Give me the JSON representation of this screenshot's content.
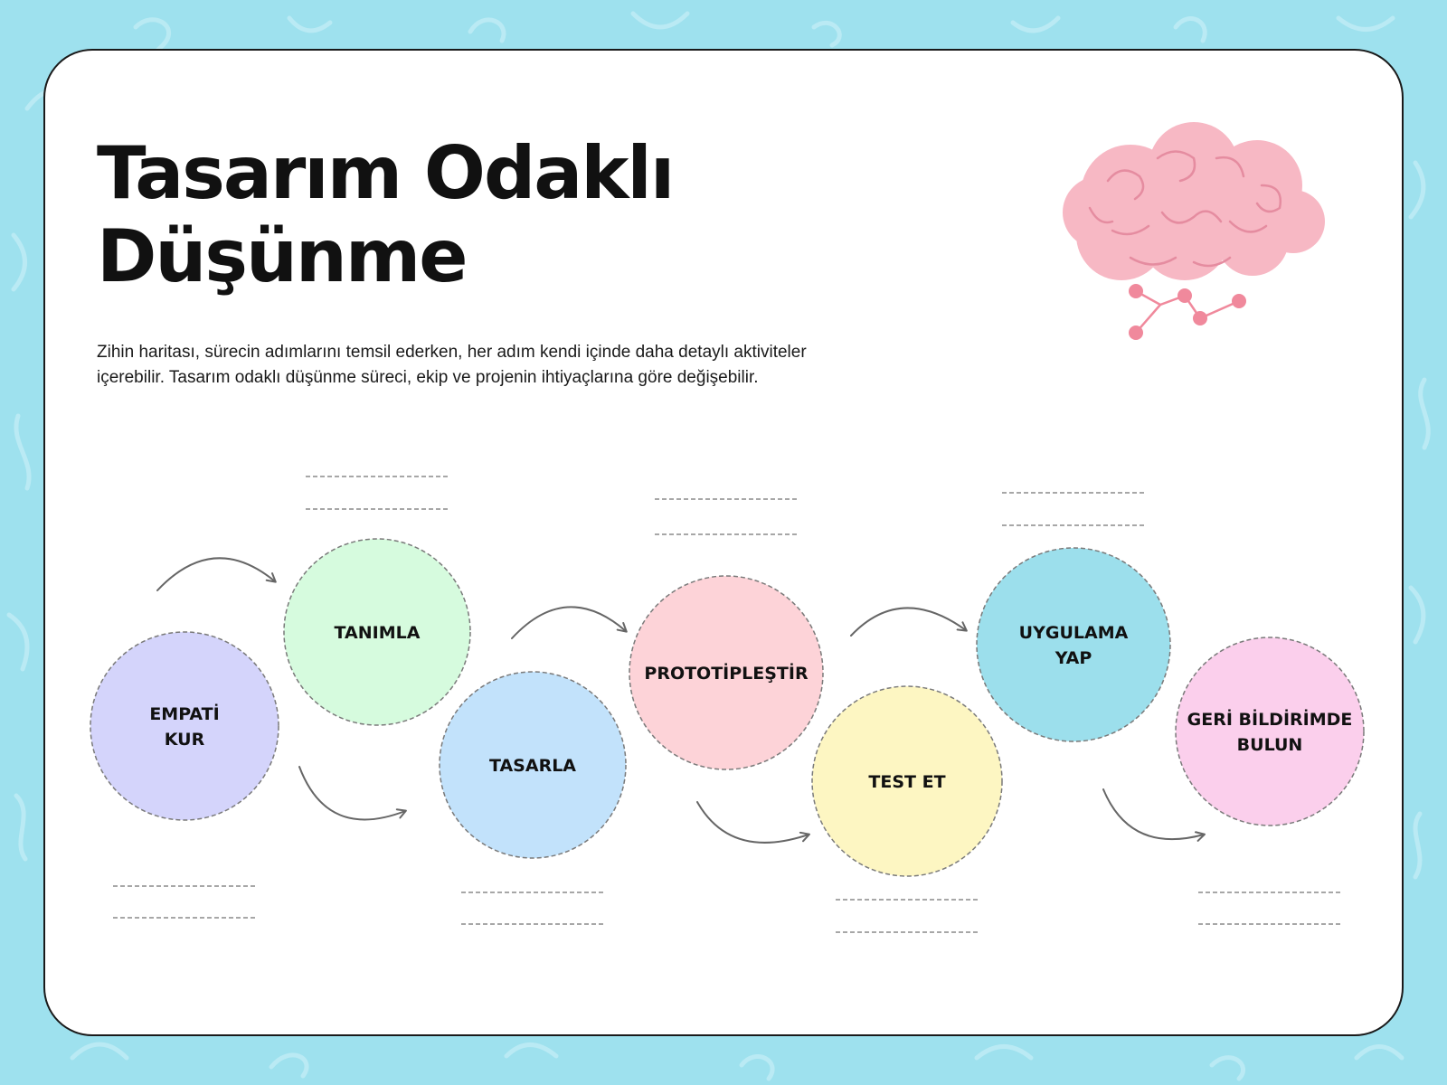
{
  "title": {
    "line1": "Tasarım Odaklı",
    "line2": "Düşünme"
  },
  "description": {
    "line1": "Zihin haritası, sürecin adımlarını temsil ederken, her adım kendi içinde daha detaylı aktiviteler",
    "line2": "içerebilir. Tasarım odaklı düşünme süreci, ekip ve projenin ihtiyaçlarına göre değişebilir."
  },
  "steps": [
    {
      "label_lines": [
        "EMPATİ",
        "KUR"
      ],
      "color": "#d4d4fb"
    },
    {
      "label_lines": [
        "TANIMLA"
      ],
      "color": "#d6fbde"
    },
    {
      "label_lines": [
        "TASARLA"
      ],
      "color": "#c2e2fb"
    },
    {
      "label_lines": [
        "PROTOTİPLEŞTİR"
      ],
      "color": "#fdd3d8"
    },
    {
      "label_lines": [
        "TEST ET"
      ],
      "color": "#fdf6c2"
    },
    {
      "label_lines": [
        "UYGULAMA",
        "YAP"
      ],
      "color": "#9cdfec"
    },
    {
      "label_lines": [
        "GERİ BİLDİRİMDE",
        "BULUN"
      ],
      "color": "#fbcfec"
    }
  ],
  "colors": {
    "background": "#9ee1ee",
    "card": "#ffffff",
    "text": "#111111",
    "brain": "#f7b8c4",
    "brain_dots": "#f0899c"
  },
  "icons": {
    "illustration": "brain-icon"
  }
}
